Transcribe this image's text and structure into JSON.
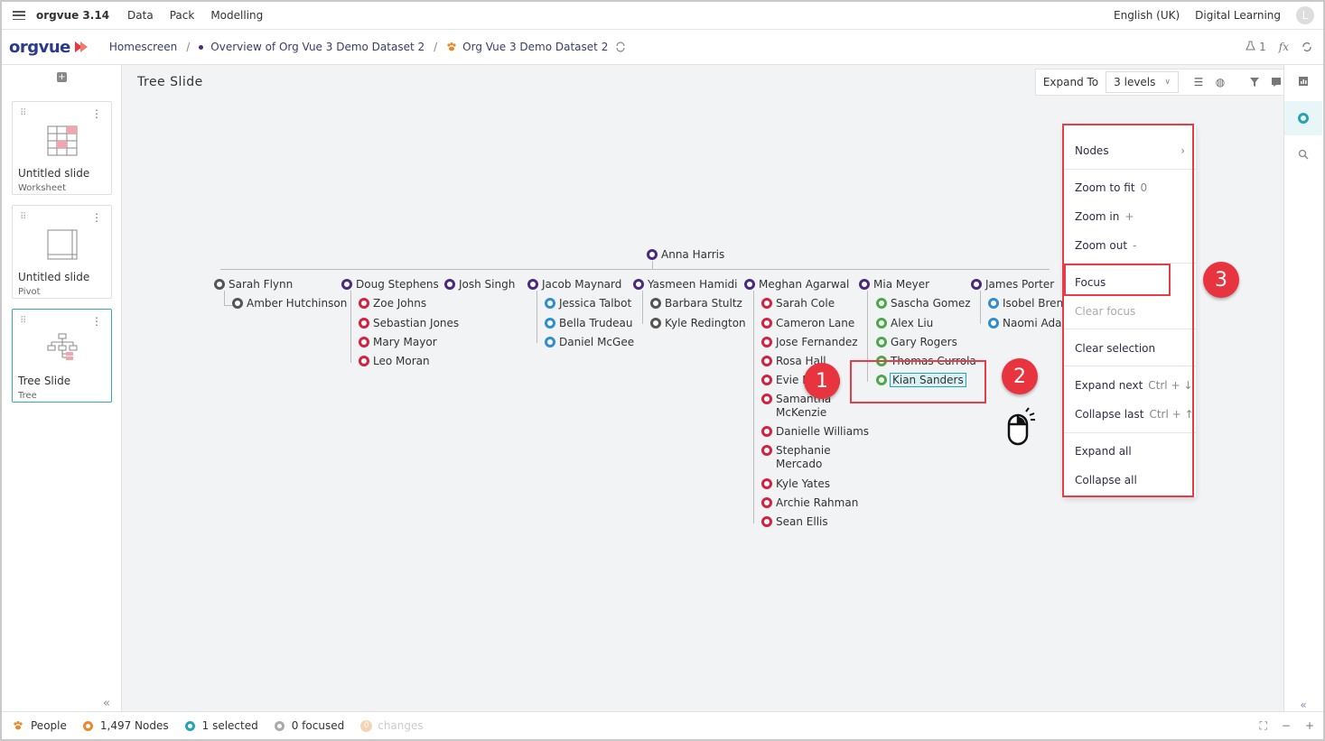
{
  "menubar": {
    "app_name": "orgvue 3.14",
    "menus": [
      "Data",
      "Pack",
      "Modelling"
    ],
    "language": "English (UK)",
    "workspace": "Digital Learning",
    "avatar_initial": "L"
  },
  "breadcrumb": {
    "logo": "orgvue",
    "home": "Homescreen",
    "overview": "Overview of Org Vue 3 Demo Dataset 2",
    "dataset": "Org Vue 3 Demo Dataset 2",
    "user_count": "1",
    "fx": "fx"
  },
  "slides": [
    {
      "title": "Untitled slide",
      "type": "Worksheet"
    },
    {
      "title": "Untitled slide",
      "type": "Pivot"
    },
    {
      "title": "Tree Slide",
      "type": "Tree"
    }
  ],
  "canvas": {
    "title": "Tree Slide",
    "expand_label": "Expand To",
    "expand_value": "3 levels"
  },
  "tree": {
    "root": "Anna Harris",
    "level1": [
      "Sarah Flynn",
      "Doug Stephens",
      "Josh Singh",
      "Jacob Maynard",
      "Yasmeen Hamidi",
      "Meghan Agarwal",
      "Mia Meyer",
      "James Porter"
    ],
    "sarah_flynn": [
      "Amber Hutchinson"
    ],
    "doug_stephens": [
      "Zoe Johns",
      "Sebastian Jones",
      "Mary Mayor",
      "Leo Moran"
    ],
    "jacob_maynard": [
      "Jessica Talbot",
      "Bella Trudeau",
      "Daniel McGee"
    ],
    "yasmeen_hamidi": [
      "Barbara Stultz",
      "Kyle Redington"
    ],
    "meghan_agarwal": [
      "Sarah Cole",
      "Cameron Lane",
      "Jose Fernandez",
      "Rosa Hall",
      "Evie E",
      "on",
      "Samantha",
      "McKenzie",
      "Danielle Williams",
      "Stephanie",
      "Mercado",
      "Kyle Yates",
      "Archie Rahman",
      "Sean Ellis"
    ],
    "mia_meyer": [
      "Sascha Gomez",
      "Alex Liu",
      "Gary Rogers",
      "Thomas Currola",
      "Kian Sanders"
    ],
    "james_porter": [
      "Isobel Brenna",
      "Naomi Adam"
    ]
  },
  "context_menu": {
    "nodes": "Nodes",
    "zoom_fit": "Zoom to fit",
    "zoom_fit_key": "0",
    "zoom_in": "Zoom in",
    "zoom_in_key": "+",
    "zoom_out": "Zoom out",
    "zoom_out_key": "-",
    "focus": "Focus",
    "clear_focus": "Clear focus",
    "clear_selection": "Clear selection",
    "expand_next": "Expand next",
    "expand_next_key": "Ctrl + ↓",
    "collapse_last": "Collapse last",
    "collapse_last_key": "Ctrl + ↑",
    "expand_all": "Expand all",
    "collapse_all": "Collapse all"
  },
  "badges": [
    "1",
    "2",
    "3"
  ],
  "statusbar": {
    "dataset": "People",
    "nodes": "1,497 Nodes",
    "selected": "1 selected",
    "focused": "0 focused",
    "changes_count": "0",
    "changes": "changes"
  },
  "colors": {
    "purple": "#4a2b7b",
    "red": "#d3223f",
    "blue": "#2f8ecf",
    "green": "#4aaa4a",
    "gray": "#555555",
    "accent": "#27a3b4",
    "highlight": "#e53e48"
  }
}
